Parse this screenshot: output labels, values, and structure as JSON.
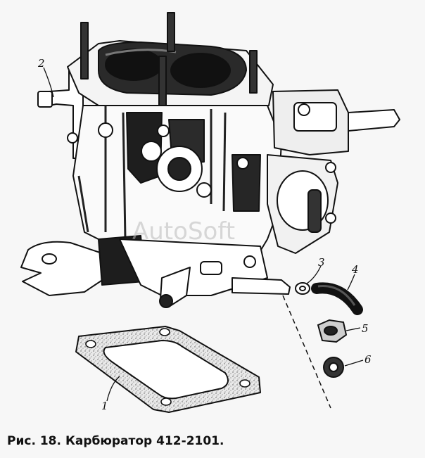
{
  "figure": {
    "caption_prefix": "Рис. 18.",
    "caption_title": "Карбюратор 412-2101.",
    "watermark": "AutoSoft"
  },
  "callouts": [
    {
      "id": "1",
      "label": "1"
    },
    {
      "id": "2",
      "label": "2"
    },
    {
      "id": "3",
      "label": "3"
    },
    {
      "id": "4",
      "label": "4"
    },
    {
      "id": "5",
      "label": "5"
    },
    {
      "id": "6",
      "label": "6"
    }
  ]
}
